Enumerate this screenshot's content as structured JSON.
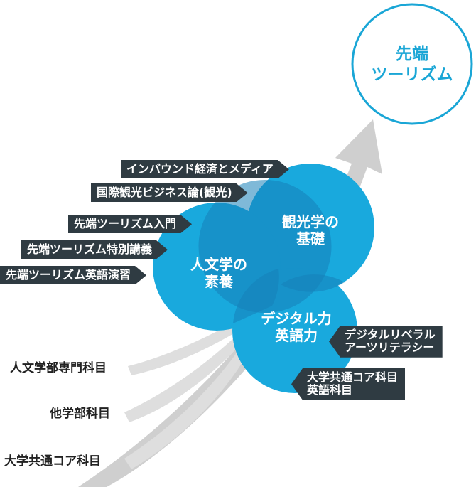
{
  "goal": {
    "line1": "先端",
    "line2": "ツーリズム"
  },
  "circles": {
    "tourism": {
      "line1": "観光学の",
      "line2": "基礎"
    },
    "humanities": {
      "line1": "人文学の",
      "line2": "素養"
    },
    "digital": {
      "line1": "デジタル力",
      "line2": "英語力"
    }
  },
  "tourism_courses": [
    "インバウンド経済とメディア",
    "国際観光ビジネス論(観光)"
  ],
  "humanities_courses": [
    "先端ツーリズム入門",
    "先端ツーリズム特別講義",
    "先端ツーリズム英語演習"
  ],
  "digital_courses": [
    {
      "line1": "デジタルリベラル",
      "line2": "アーツリテラシー"
    },
    {
      "line1": "大学共通コア科目",
      "line2": "英語科目"
    }
  ],
  "foundation_sources": [
    "人文学部専門科目",
    "他学部科目",
    "大学共通コア科目"
  ],
  "colors": {
    "circle": "#19a9dd",
    "circle_overlap": "#1580b8",
    "arrow": "#cfcfcf",
    "label_bg": "#2f3b42",
    "accent": "#1aa6d6"
  }
}
